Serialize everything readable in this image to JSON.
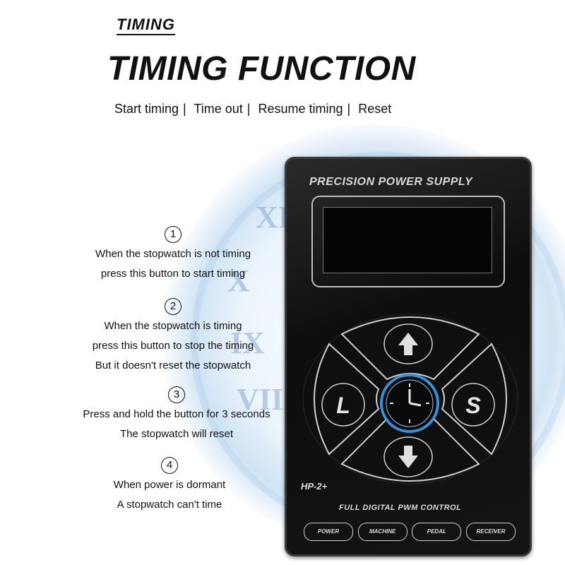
{
  "header": {
    "small_title": "TIMING",
    "big_title": "TIMING FUNCTION"
  },
  "modes": [
    "Start timing",
    "Time out",
    "Resume timing",
    "Reset"
  ],
  "steps": [
    {
      "num": "1",
      "lines": [
        "When the stopwatch is not timing",
        "press this button to start timing"
      ]
    },
    {
      "num": "2",
      "lines": [
        "When the stopwatch is timing",
        "press this button to stop the timing",
        "But it doesn't reset the stopwatch"
      ]
    },
    {
      "num": "3",
      "lines": [
        "Press and hold the button for 3 seconds",
        "The stopwatch will reset"
      ]
    },
    {
      "num": "4",
      "lines": [
        "When power is dormant",
        "A stopwatch can't time"
      ]
    }
  ],
  "background_numerals": [
    "XI",
    "X",
    "IX",
    "VIII"
  ],
  "device": {
    "title": "PRECISION POWER SUPPLY",
    "model": "HP-2+",
    "control_label": "FULL DIGITAL PWM CONTROL",
    "buttons": {
      "left": "L",
      "right": "S",
      "up": "up-arrow-icon",
      "down": "down-arrow-icon",
      "center": "clock-icon"
    },
    "indicators": [
      "POWER",
      "MACHINE",
      "PEDAL",
      "RECEIVER"
    ],
    "accent_color": "#3a8fd9"
  }
}
